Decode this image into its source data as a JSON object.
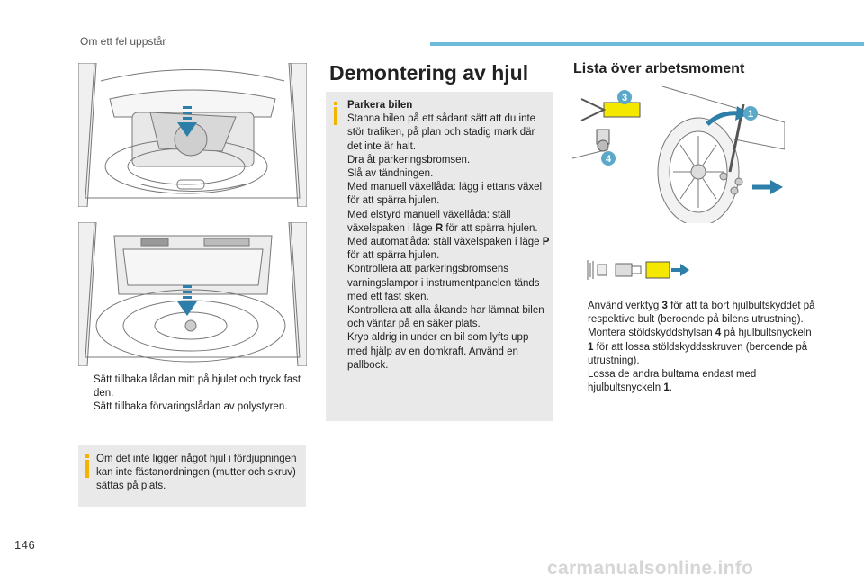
{
  "header": {
    "section_title": "Om ett fel uppstår"
  },
  "page_number": "146",
  "watermark": "carmanualsonline.info",
  "left": {
    "bullet_symbol": "",
    "bullets": [
      "Sätt tillbaka lådan mitt på hjulet och tryck fast den.",
      "Sätt tillbaka förvaringslådan av polystyren."
    ],
    "note": "Om det inte ligger något hjul i fördjupningen kan inte fästanordningen (mutter och skruv) sättas på plats."
  },
  "middle": {
    "heading": "Demontering av hjul",
    "note_title": "Parkera bilen",
    "note_lines": [
      "Stanna bilen på ett sådant sätt att du inte stör trafiken, på plan och stadig mark där det inte är halt.",
      "Dra åt parkeringsbromsen.",
      "Slå av tändningen.",
      "Med manuell växellåda: lägg i ettans växel för att spärra hjulen.",
      "Med elstyrd manuell växellåda: ställ växelspaken i läge ",
      "R",
      " för att spärra hjulen.",
      "Med automatlåda: ställ växelspaken i läge ",
      "P",
      " för att spärra hjulen.",
      "Kontrollera att parkeringsbromsens varningslampor i instrumentpanelen tänds med ett fast sken.",
      "Kontrollera att alla åkande har lämnat bilen och väntar på en säker plats.",
      "Kryp aldrig in under en bil som lyfts upp med hjälp av en domkraft. Använd en pallbock."
    ]
  },
  "right": {
    "heading": "Lista över arbetsmoment",
    "callouts": [
      "1",
      "3",
      "4"
    ],
    "steps": [
      {
        "a": "Använd verktyg ",
        "b": "3",
        "c": " för att ta bort hjulbultskyddet på respektive bult (beroende på bilens utrustning)."
      },
      {
        "a": "Montera stöldskyddshylsan ",
        "b": "4",
        "c": " på hjulbultsnyckeln ",
        "d": "1",
        "e": " för att lossa stöldskyddsskruven (beroende på utrustning)."
      },
      {
        "a": "Lossa de andra bultarna endast med hjulbultsnyckeln ",
        "b": "1",
        "c": "."
      }
    ]
  },
  "colors": {
    "accent": "#6ebbd9",
    "note_bg": "#e9e9e9",
    "info_icon": "#f3b400",
    "callout": "#5aa9c9",
    "arrow": "#2d7ea8"
  }
}
